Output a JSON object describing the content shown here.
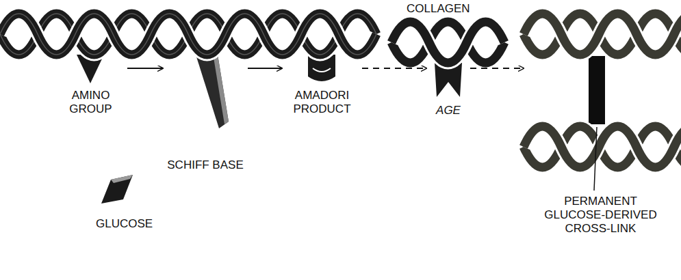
{
  "diagram": {
    "nodes": [
      {
        "text": [
          "AMINO GROUP"
        ]
      },
      {
        "text": [
          "SCHIFF BASE"
        ]
      },
      {
        "text": [
          "AMADORI PRODUCT"
        ]
      },
      {
        "text": [
          "AGE"
        ]
      },
      {
        "text": [
          "PERMANENT GLUCOSE-DERIVED CROSS-LINK"
        ]
      }
    ],
    "edges": [
      {
        "from": 0,
        "to": 1,
        "arrow": "to"
      },
      {
        "from": 1,
        "to": 2,
        "arrow": "to"
      },
      {
        "from": 2,
        "to": 3,
        "arrow": "to"
      },
      {
        "from": 3,
        "to": 4,
        "arrow": "to"
      }
    ],
    "labels": [
      "COLLAGEN",
      "GLUCOSE"
    ]
  }
}
